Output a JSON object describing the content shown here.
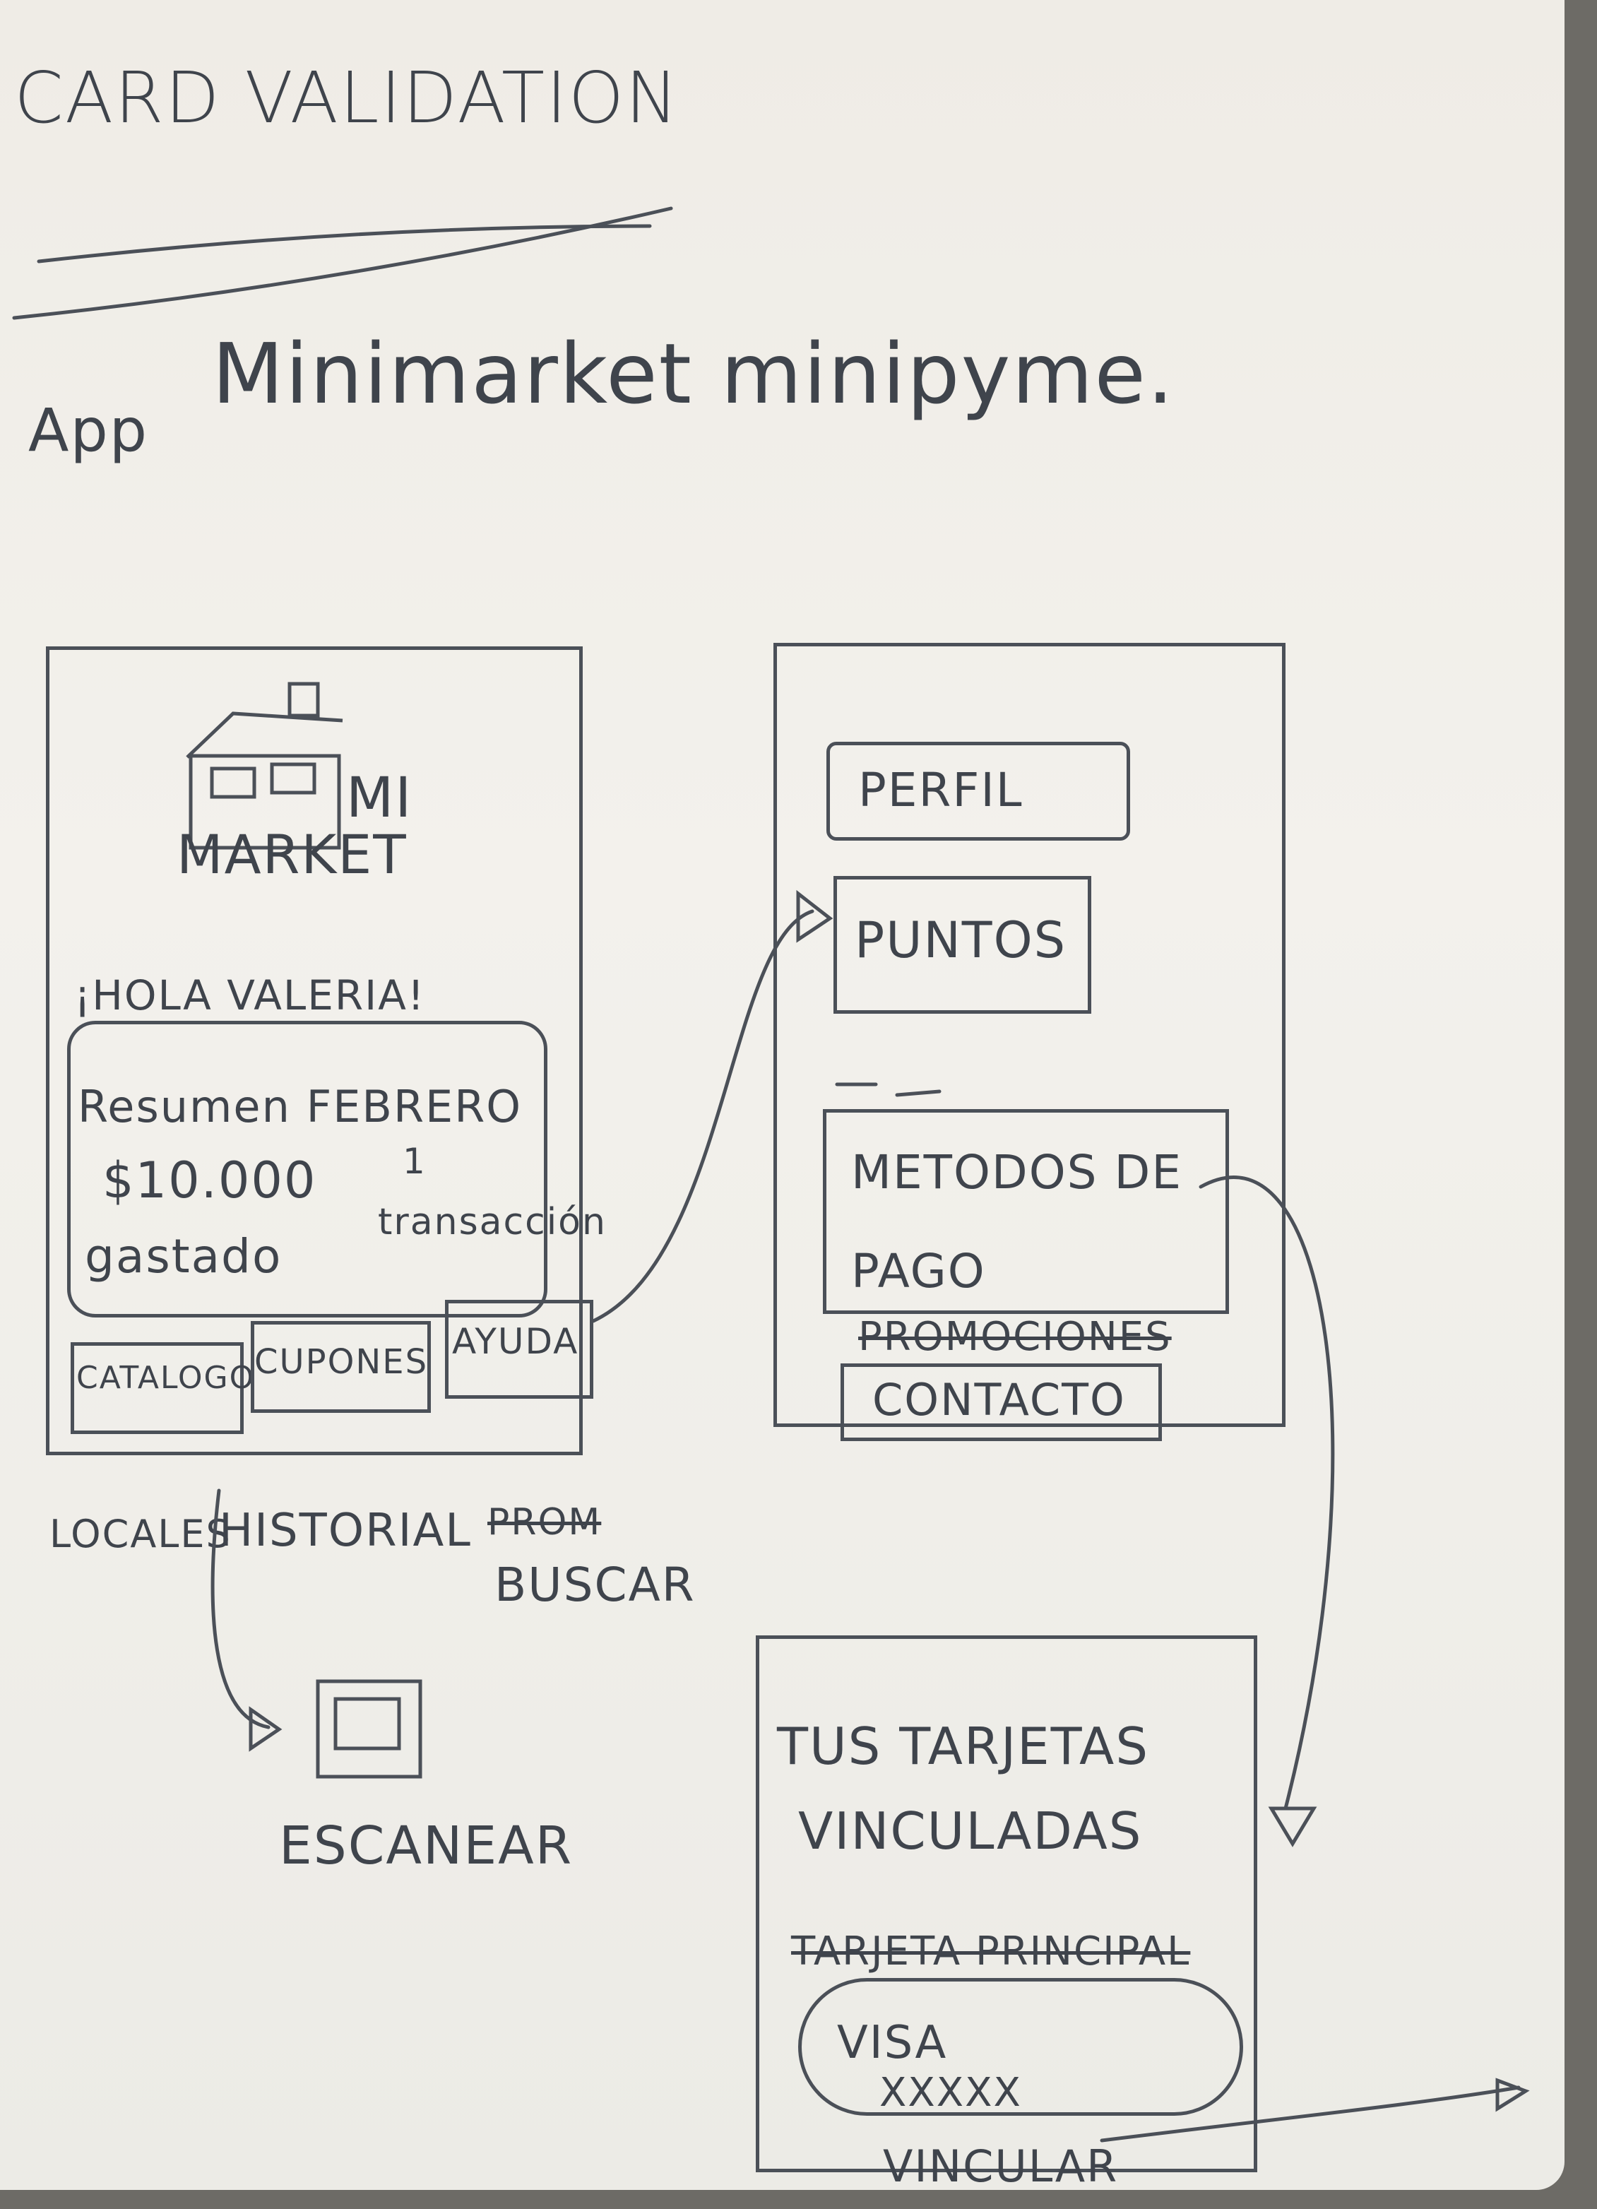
{
  "header": {
    "title": "CARD VALIDATION",
    "app_label": "App",
    "app_name": "Minimarket minipyme."
  },
  "screen_home": {
    "logo_line1": "MI",
    "logo_line2": "MARKET",
    "greeting": "¡HOLA VALERIA!",
    "summary_label": "Resumen FEBRERO",
    "amount": "$10.000",
    "amount_caption": "gastado",
    "transactions_count": "1",
    "transactions_caption": "transacción",
    "tabs": [
      "CATALOGO",
      "CUPONES",
      "AYUDA"
    ],
    "bottom_nav": [
      "LOCALES",
      "HISTORIAL",
      "PROM",
      "BUSCAR"
    ]
  },
  "scanner": {
    "label": "ESCANEAR"
  },
  "screen_menu": {
    "items": [
      "PERFIL",
      "PUNTOS",
      "METODOS DE PAGO"
    ],
    "struck_item": "PROMOCIONES",
    "contact": "CONTACTO"
  },
  "screen_cards": {
    "title_line1": "TUS TARJETAS",
    "title_line2": "VINCULADAS",
    "section_label": "TARJETA PRINCIPAL",
    "card_brand": "VISA",
    "card_number": "XXXXX",
    "link_action": "VINCULAR"
  },
  "colors": {
    "ink": "#3f444c",
    "paper": "#efece6"
  }
}
